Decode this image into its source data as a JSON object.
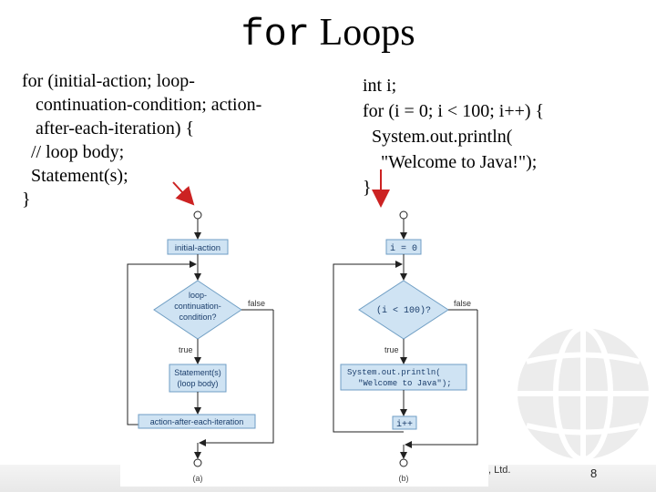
{
  "title": {
    "keyword": "for",
    "rest": "Loops"
  },
  "left_code": [
    "for (initial-action; loop-",
    "   continuation-condition; action-",
    "   after-each-iteration) {",
    "  // loop body;",
    "  Statement(s);",
    "}"
  ],
  "right_code": [
    "int i;",
    "for (i = 0; i < 100; i++) {",
    "  System.out.println(",
    "    \"Welcome to Java!\");",
    "}"
  ],
  "diagram_a": {
    "init": "initial-action",
    "cond_lines": [
      "loop-",
      "continuation-",
      "condition?"
    ],
    "true_label": "true",
    "false_label": "false",
    "body_lines": [
      "Statement(s)",
      "(loop body)"
    ],
    "after": "action-after-each-iteration",
    "caption": "(a)"
  },
  "diagram_b": {
    "init": "i = 0",
    "cond": "(i < 100)?",
    "true_label": "true",
    "false_label": "false",
    "body_lines": [
      "System.out.println(",
      "\"Welcome to Java\");"
    ],
    "after": "i++",
    "caption": "(b)"
  },
  "footer": {
    "text": ", Ltd.",
    "page": "8"
  },
  "colors": {
    "box_fill": "#cfe3f3",
    "box_stroke": "#6f9ec4",
    "arrow": "#cc2222",
    "line": "#222222"
  }
}
